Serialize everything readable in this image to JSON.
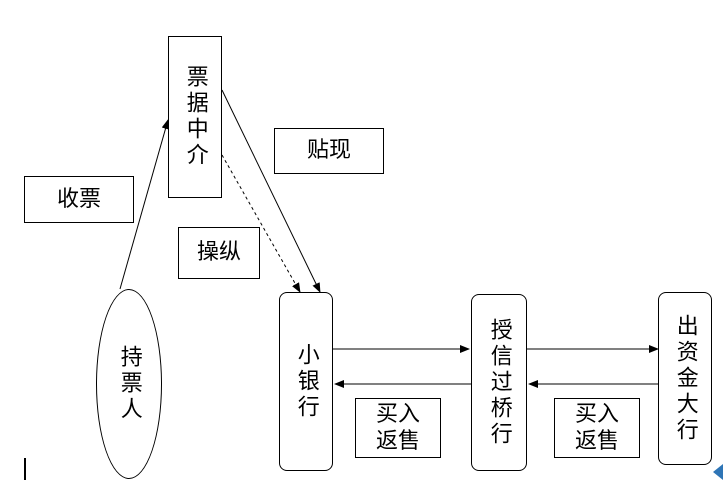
{
  "nodes": {
    "piaoju_zhongjie": "票据中介",
    "xiao_yinhang": "小银行",
    "shouxin_guoqiao": "授信过桥行",
    "chuzijin_dahang": "出资金大行",
    "chipiaoren": "持票人"
  },
  "labels": {
    "shoupiao": "收票",
    "tiexian": "贴现",
    "caozong": "操纵",
    "mairu1_line1": "买入",
    "mairu1_line2": "返售",
    "mairu2_line1": "买入",
    "mairu2_line2": "返售"
  },
  "colors": {
    "line": "#000000",
    "accent_marker": "#2e75b6"
  }
}
